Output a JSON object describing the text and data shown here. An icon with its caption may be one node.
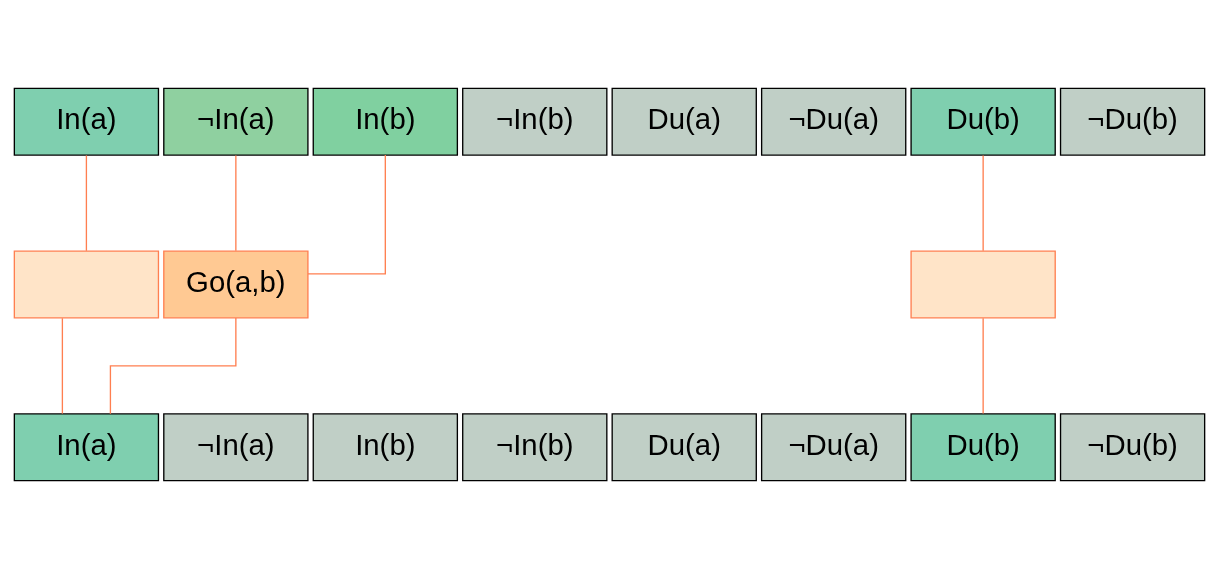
{
  "diagram": {
    "nodes": [
      {
        "text": [
          "In(a)"
        ]
      },
      {
        "text": [
          "¬In(a)"
        ]
      },
      {
        "text": [
          "In(b)"
        ]
      },
      {
        "text": [
          "¬In(b)"
        ]
      },
      {
        "text": [
          "Du(a)"
        ]
      },
      {
        "text": [
          "¬Du(a)"
        ]
      },
      {
        "text": [
          "Du(b)"
        ]
      },
      {
        "text": [
          "¬Du(b)"
        ]
      },
      {
        "text": [],
        "shape": "box"
      },
      {
        "text": [
          "Go(a,b)"
        ]
      },
      {
        "text": [],
        "shape": "box"
      },
      {
        "text": [
          "In(a)"
        ]
      },
      {
        "text": [
          "¬In(a)"
        ]
      },
      {
        "text": [
          "In(b)"
        ]
      },
      {
        "text": [
          "¬In(b)"
        ]
      },
      {
        "text": [
          "Du(a)"
        ]
      },
      {
        "text": [
          "¬Du(a)"
        ]
      },
      {
        "text": [
          "Du(b)"
        ]
      },
      {
        "text": [
          "¬Du(b)"
        ]
      }
    ],
    "edges": [
      {
        "from": 0,
        "to": 8,
        "arrow": "none"
      },
      {
        "from": 1,
        "to": 9,
        "arrow": "none"
      },
      {
        "from": 2,
        "to": 9,
        "arrow": "none"
      },
      {
        "from": 6,
        "to": 10,
        "arrow": "none"
      },
      {
        "from": 8,
        "to": 11,
        "arrow": "none"
      },
      {
        "from": 9,
        "to": 11,
        "arrow": "none"
      },
      {
        "from": 10,
        "to": 17,
        "arrow": "none"
      }
    ]
  }
}
